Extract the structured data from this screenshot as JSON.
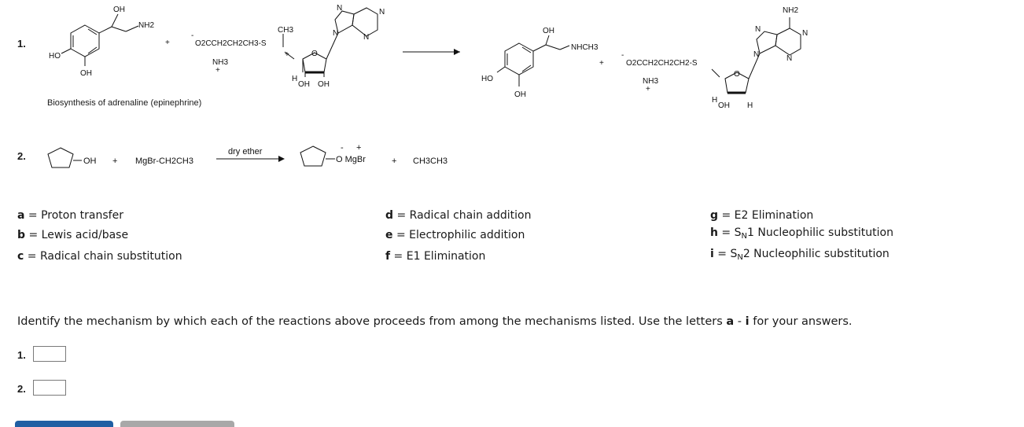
{
  "reactions": [
    {
      "number": "1.",
      "caption": "Biosynthesis of adrenaline (epinephrine)",
      "labels": {
        "r1_oh_top": "OH",
        "r1_nh2": "NH2",
        "r1_ho": "HO",
        "r1_oh_bottom": "OH",
        "plus": "+",
        "sam_minus": "-",
        "sam_chain": "O2CCH2CH2CH3-S",
        "sam_ch3": "CH3",
        "sam_nh3": "NH3",
        "sam_nh3_plus": "+",
        "sam_s_plus": "+",
        "sam_oh1": "OH",
        "sam_oh2": "OH",
        "sam_h": "H",
        "p_oh_top": "OH",
        "p_nhch3": "NHCH3",
        "p_ho": "HO",
        "p_oh_bottom": "OH",
        "sah_minus": "-",
        "sah_chain": "O2CCH2CH2CH2-S",
        "sah_nh3": "NH3",
        "sah_nh3_plus": "+",
        "sah_nh2": "NH2",
        "sah_oh": "OH",
        "sah_h": "H",
        "n": "N",
        "o": "O"
      }
    },
    {
      "number": "2.",
      "labels": {
        "oh": "OH",
        "plus": "+",
        "grignard": "MgBr-CH2CH3",
        "condition": "dry ether",
        "charge_minus": "-",
        "charge_plus": "+",
        "alkoxide": "O MgBr",
        "ethane": "CH3CH3"
      }
    }
  ],
  "mechanisms": [
    {
      "letter": "a",
      "name": "Proton transfer"
    },
    {
      "letter": "b",
      "name": "Lewis acid/base"
    },
    {
      "letter": "c",
      "name": "Radical chain substitution"
    },
    {
      "letter": "d",
      "name": "Radical chain addition"
    },
    {
      "letter": "e",
      "name": "Electrophilic addition"
    },
    {
      "letter": "f",
      "name": "E1 Elimination"
    },
    {
      "letter": "g",
      "name": "E2 Elimination"
    },
    {
      "letter": "h",
      "name": "SN1 Nucleophilic substitution"
    },
    {
      "letter": "i",
      "name": "SN2 Nucleophilic substitution"
    }
  ],
  "equals": " = ",
  "sn_prefix": "S",
  "sn_sub": "N",
  "instructions": {
    "text_before": "Identify the mechanism by which each of the reactions above proceeds from among the mechanisms listed. Use the letters ",
    "range_start": "a",
    "range_sep": " - ",
    "range_end": "i",
    "text_after": " for your answers."
  },
  "answers": [
    {
      "label": "1.",
      "value": ""
    },
    {
      "label": "2.",
      "value": ""
    }
  ],
  "colors": {
    "button_primary": "#1f5fa3",
    "button_secondary": "#a8a8a8"
  }
}
